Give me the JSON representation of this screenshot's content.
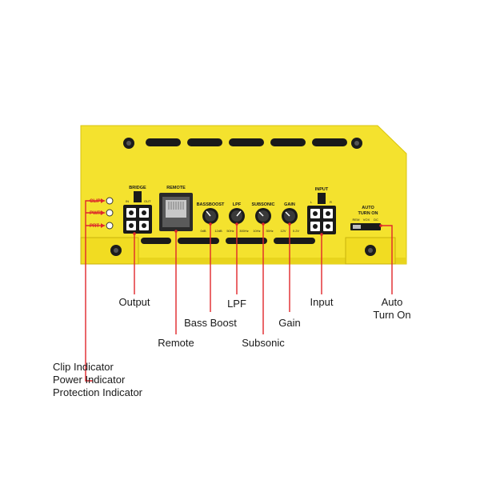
{
  "panel": {
    "body_color": "#f4e22e",
    "edge_color": "#d9c40f",
    "accent_red": "#e0262b",
    "labels": {
      "clip": "CLIP",
      "pwr": "PWR",
      "prt": "PRT",
      "bridge": "BRIDGE",
      "bridge_in": "IN",
      "bridge_out": "OUT",
      "remote": "REMOTE",
      "bassboost": "BASSBOOST",
      "bass_min": "0dB",
      "bass_max": "12dB",
      "lpf": "LPF",
      "lpf_min": "50Hz",
      "lpf_max": "300Hz",
      "subsonic": "SUBSONIC",
      "sub_min": "10Hz",
      "sub_max": "35Hz",
      "gain": "GAIN",
      "gain_min": "12V",
      "gain_max": "0.2V",
      "input": "INPUT",
      "input_l": "L",
      "input_r": "R",
      "auto_line1": "AUTO",
      "auto_line2": "TURN ON",
      "auto_rem": "REM",
      "auto_vox": "VOX",
      "auto_dc": "DC"
    }
  },
  "callouts": {
    "output": "Output",
    "remote": "Remote",
    "bass_boost": "Bass Boost",
    "lpf": "LPF",
    "subsonic": "Subsonic",
    "gain": "Gain",
    "input": "Input",
    "auto_line1": "Auto",
    "auto_line2": "Turn On",
    "indicators": [
      "Clip Indicator",
      "Power Indicator",
      "Protection Indicator"
    ]
  }
}
